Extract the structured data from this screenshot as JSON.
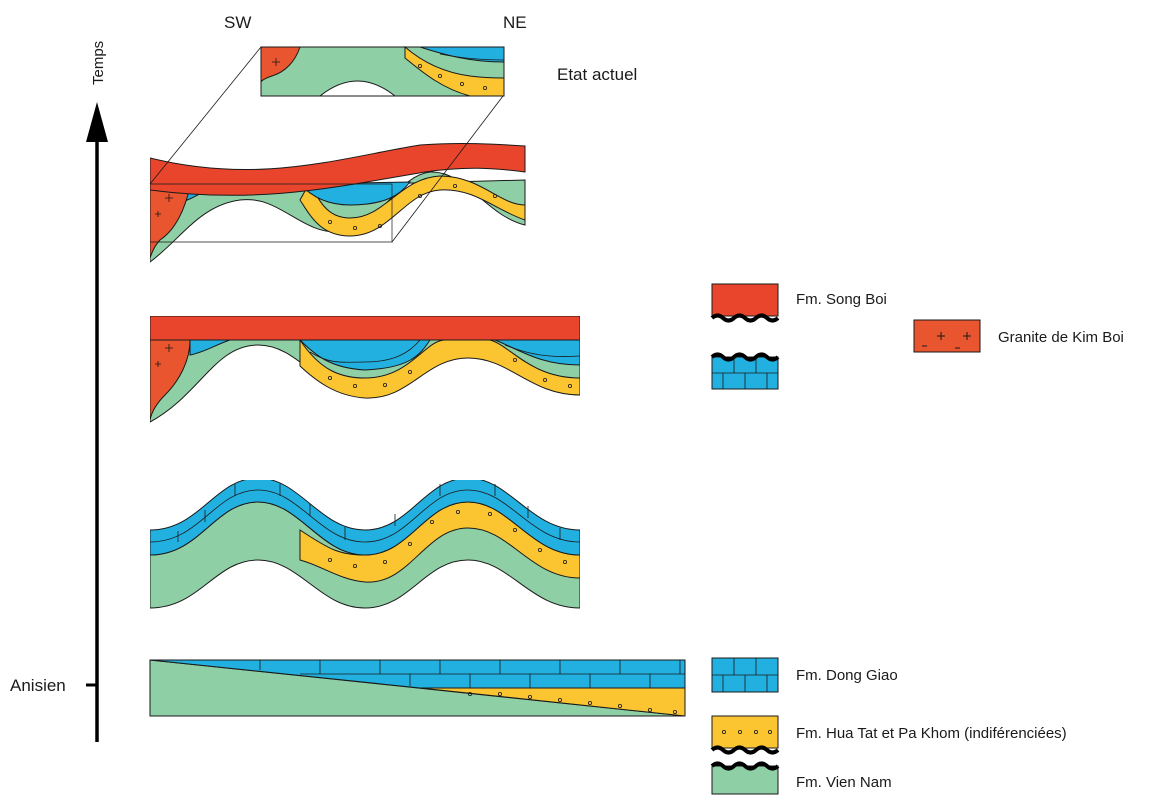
{
  "directions": {
    "sw": "SW",
    "ne": "NE"
  },
  "present_state": "Etat actuel",
  "time_axis": {
    "label": "Temps",
    "tick": "Anisien"
  },
  "legend": {
    "song_boi": "Fm. Song Boi",
    "granite": "Granite de Kim Boi",
    "dong_giao": "Fm. Dong Giao",
    "hua_tat": "Fm. Hua Tat et Pa Khom (indiférenciées)",
    "vien_nam": "Fm. Vien Nam"
  },
  "colors": {
    "song_boi": "#e8452c",
    "granite": "#e8552e",
    "dong_giao": "#22b0e0",
    "hua_tat": "#fbc531",
    "vien_nam": "#8fcfa5",
    "line": "#1a1a1a"
  }
}
